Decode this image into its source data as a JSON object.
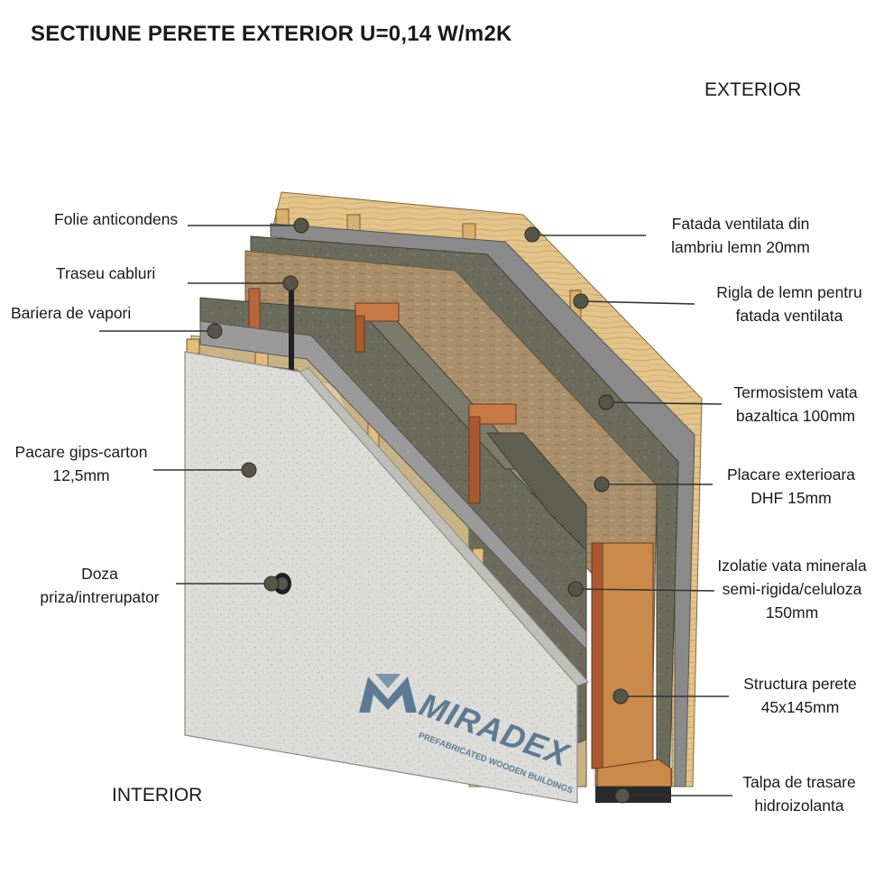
{
  "title": "SECTIUNE PERETE EXTERIOR U=0,14 W/m2K",
  "side_labels": {
    "exterior": "EXTERIOR",
    "interior": "INTERIOR"
  },
  "layers_left": [
    {
      "id": "folie",
      "lines": [
        "Folie anticondens"
      ]
    },
    {
      "id": "traseu",
      "lines": [
        "Traseu cabluri"
      ]
    },
    {
      "id": "bariera",
      "lines": [
        "Bariera de vapori"
      ]
    },
    {
      "id": "gips",
      "lines": [
        "Pacare gips-carton",
        "12,5mm"
      ]
    },
    {
      "id": "doza",
      "lines": [
        "Doza",
        "priza/intrerupator"
      ]
    }
  ],
  "layers_right": [
    {
      "id": "fatada",
      "lines": [
        "Fatada ventilata din",
        "lambriu lemn 20mm"
      ]
    },
    {
      "id": "rigla",
      "lines": [
        "Rigla de lemn pentru",
        "fatada ventilata"
      ]
    },
    {
      "id": "termo",
      "lines": [
        "Termosistem vata",
        "bazaltica 100mm"
      ]
    },
    {
      "id": "dhf",
      "lines": [
        "Placare exterioara",
        "DHF 15mm"
      ]
    },
    {
      "id": "izolatie",
      "lines": [
        "Izolatie vata minerala",
        "semi-rigida/celuloza",
        "150mm"
      ]
    },
    {
      "id": "structura",
      "lines": [
        "Structura perete",
        "45x145mm"
      ]
    },
    {
      "id": "talpa",
      "lines": [
        "Talpa de trasare",
        "hidroizolanta"
      ]
    }
  ],
  "logo": {
    "name": "MIRADEX",
    "tagline": "PREFABRICATED WOODEN BUILDINGS"
  },
  "colors": {
    "text": "#1a1a1a",
    "leader": "#333333",
    "dot": "#55554a",
    "gypsum": "#d9d9d6",
    "wood": "#c98a4a",
    "stud": "#b8673a",
    "insulation": "#6b6c5c",
    "dhf": "#a98e6a",
    "cladding": "#e3c48a",
    "membrane": "#7a7a7a",
    "logo": "#5d7a93"
  }
}
